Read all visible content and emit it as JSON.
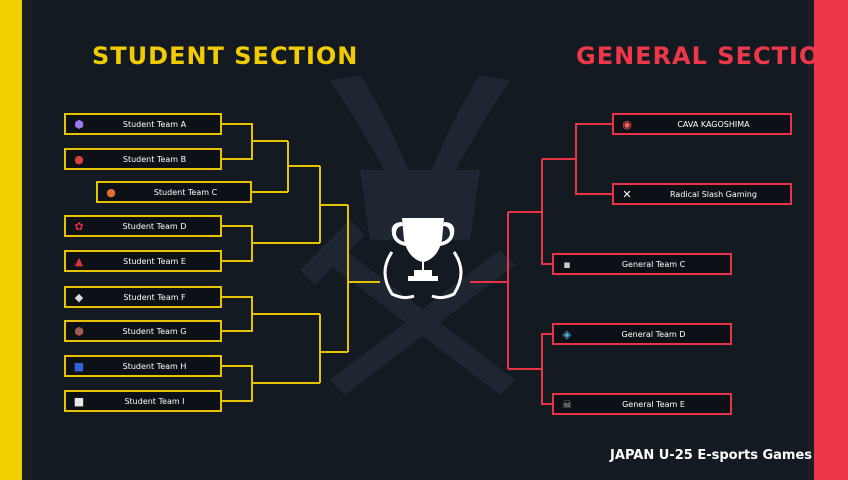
{
  "titles": {
    "student": "STUDENT SECTION",
    "general": "GENERAL SECTION"
  },
  "student_teams": [
    {
      "name": "Student Team A",
      "logo_icon": "purple-crest-icon"
    },
    {
      "name": "Student Team B",
      "logo_icon": "red-mascot-icon"
    },
    {
      "name": "Student Team C",
      "logo_icon": "orange-mascot-icon"
    },
    {
      "name": "Student Team D",
      "logo_icon": "red-flower-icon"
    },
    {
      "name": "Student Team E",
      "logo_icon": "red-mountain-icon"
    },
    {
      "name": "Student Team F",
      "logo_icon": "dark-emblem-icon"
    },
    {
      "name": "Student Team G",
      "logo_icon": "brown-crest-icon"
    },
    {
      "name": "Student Team H",
      "logo_icon": "blue-emblem-icon"
    },
    {
      "name": "Student Team I",
      "logo_icon": "white-crest-icon"
    }
  ],
  "general_teams": [
    {
      "name": "CAVA KAGOSHIMA",
      "logo_icon": "dark-circle-logo-icon"
    },
    {
      "name": "Radical Slash Gaming",
      "logo_icon": "rsg-logo-icon"
    },
    {
      "name": "General Team C",
      "logo_icon": "dark-square-logo-icon"
    },
    {
      "name": "General Team D",
      "logo_icon": "colorful-logo-icon"
    },
    {
      "name": "General Team E",
      "logo_icon": "grey-skull-logo-icon"
    }
  ],
  "footer": "JAPAN U-25 E-sports Games",
  "colors": {
    "student": "#f2cc00",
    "general": "#ee3748",
    "background": "#141a22"
  },
  "center_icon": "trophy-with-laurel-icon"
}
